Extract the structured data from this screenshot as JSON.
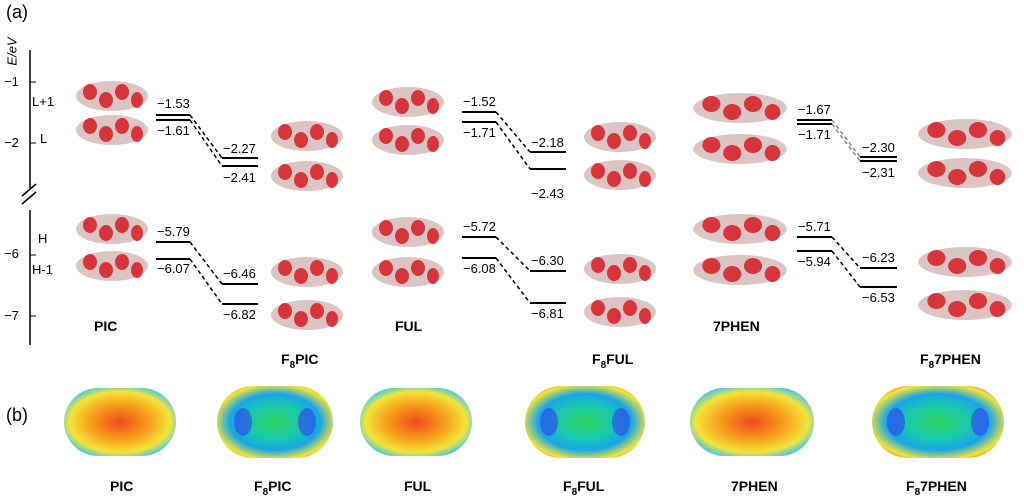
{
  "panels": {
    "a": "(a)",
    "b": "(b)"
  },
  "axis": {
    "label": "E/eV",
    "ticks": [
      "−1",
      "−2",
      "−6",
      "−7"
    ],
    "row_labels": [
      "L+1",
      "L",
      "H",
      "H-1"
    ]
  },
  "compounds": {
    "pic": "PIC",
    "f8pic_base": "F",
    "f8pic_sub": "8",
    "f8pic_rest": "PIC",
    "ful": "FUL",
    "f8ful_base": "F",
    "f8ful_sub": "8",
    "f8ful_rest": "FUL",
    "phen": "7PHEN",
    "f8phen_base": "F",
    "f8phen_sub": "8",
    "f8phen_rest": "7PHEN"
  },
  "levels": {
    "pic": {
      "lumo1": "−1.53",
      "lumo": "−1.61",
      "homo": "−5.79",
      "homo1": "−6.07"
    },
    "f8pic": {
      "lumo1": "−2.27",
      "lumo": "−2.41",
      "homo": "−6.46",
      "homo1": "−6.82"
    },
    "ful": {
      "lumo1": "−1.52",
      "lumo": "−1.71",
      "homo": "−5.72",
      "homo1": "−6.08"
    },
    "f8ful": {
      "lumo1": "−2.18",
      "lumo": "−2.43",
      "homo": "−6.30",
      "homo1": "−6.81"
    },
    "phen": {
      "lumo1": "−1.67",
      "lumo": "−1.71",
      "homo": "−5.71",
      "homo1": "−5.94"
    },
    "f8phen": {
      "lumo1": "−2.30",
      "lumo": "−2.31",
      "homo": "−6.23",
      "homo1": "−6.53"
    }
  },
  "colors": {
    "orbital_red": "#d6353c",
    "orbital_pink": "#dcc4c4",
    "esp_red": "#f04a1c",
    "esp_blue": "#2e3df0"
  }
}
